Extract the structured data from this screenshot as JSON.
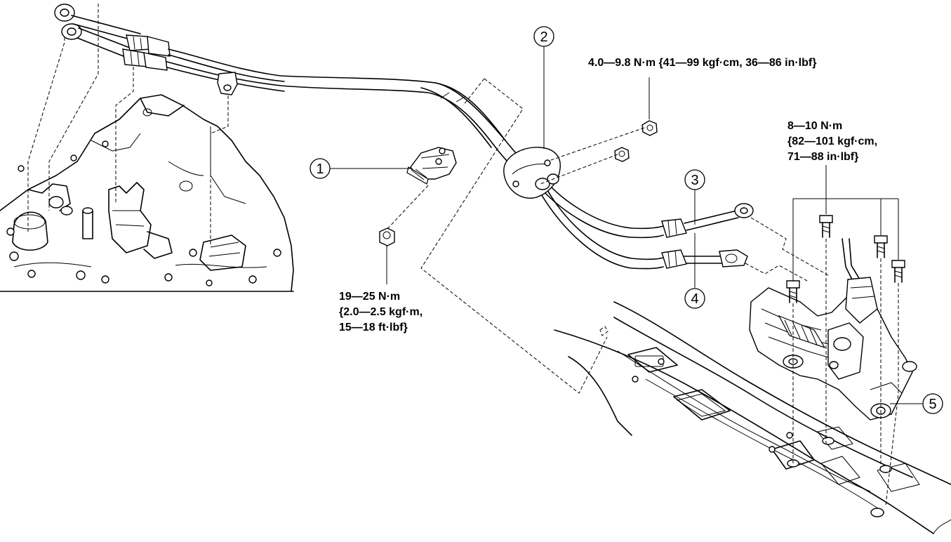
{
  "callouts": [
    {
      "num": "1"
    },
    {
      "num": "2"
    },
    {
      "num": "3"
    },
    {
      "num": "4"
    },
    {
      "num": "5"
    }
  ],
  "torque_specs": {
    "cable_bracket_nut": [
      "19—25 N·m",
      "{2.0—2.5 kgf·m,",
      "15—18 ft·lbf}"
    ],
    "grommet_nut": [
      "4.0—9.8 N·m {41—99 kgf·cm, 36—86 in·lbf}"
    ],
    "shift_lever_bolt": [
      "8—10 N·m",
      "{82—101 kgf·cm,",
      "71—88 in·lbf}"
    ]
  },
  "colors": {
    "line": "#000000",
    "background": "#ffffff"
  }
}
